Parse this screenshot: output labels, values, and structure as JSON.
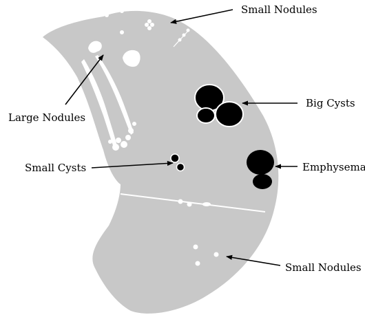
{
  "colors": {
    "lung": "#c8c8c8",
    "lesion_dark": "#000000",
    "lesion_light": "#ffffff",
    "background": "#ffffff",
    "arrow": "#000000"
  },
  "labels": {
    "small_nodules_top": "Small Nodules",
    "large_nodules": "Large Nodules",
    "big_cysts": "Big Cysts",
    "small_cysts": "Small Cysts",
    "emphysema": "Emphysema",
    "small_nodules_bottom": "Small Nodules"
  }
}
